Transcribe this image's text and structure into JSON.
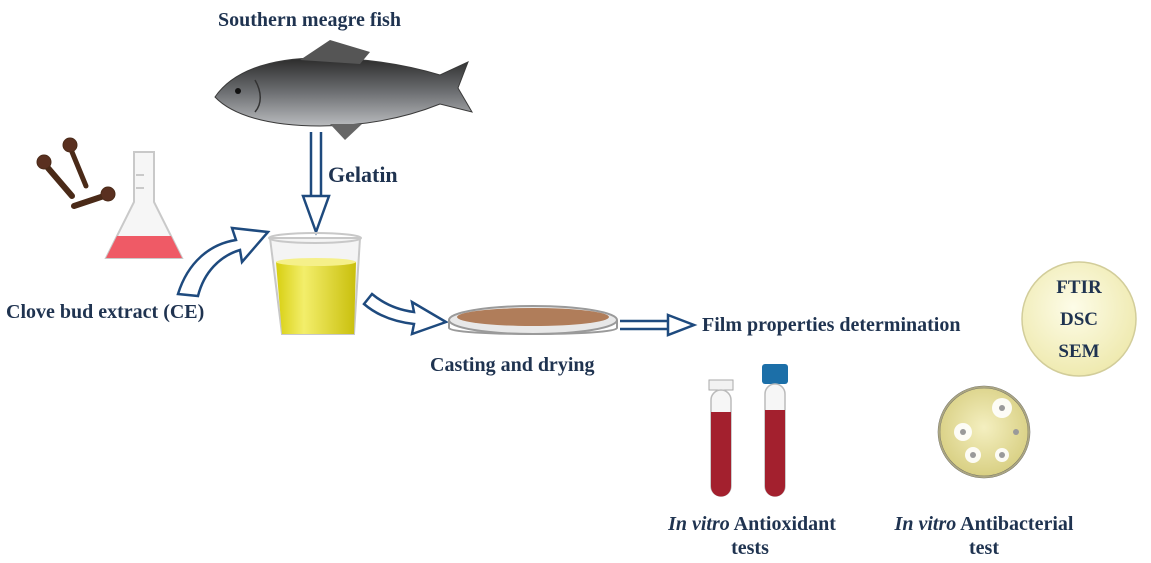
{
  "labels": {
    "fish": "Southern meagre fish",
    "gelatin": "Gelatin",
    "clove_extract": "Clove bud extract (CE)",
    "casting": "Casting and drying",
    "film_props": "Film properties determination",
    "antioxidant_italic": "In vitro",
    "antioxidant_rest": " Antioxidant",
    "antioxidant_line2": "tests",
    "antibacterial_italic": "In vitro",
    "antibacterial_rest": " Antibacterial",
    "antibacterial_line2": "test"
  },
  "techniques": [
    "FTIR",
    "DSC",
    "SEM"
  ],
  "colors": {
    "text": "#1f3350",
    "arrow": "#1e4a7e",
    "circle_fill": "#f8f6c6",
    "liquid_yellow": "#e6df1a",
    "liquid_red": "#ef5a66",
    "film": "#b07d5a",
    "blood": "#a3202e",
    "petri": "#ece6ad"
  }
}
